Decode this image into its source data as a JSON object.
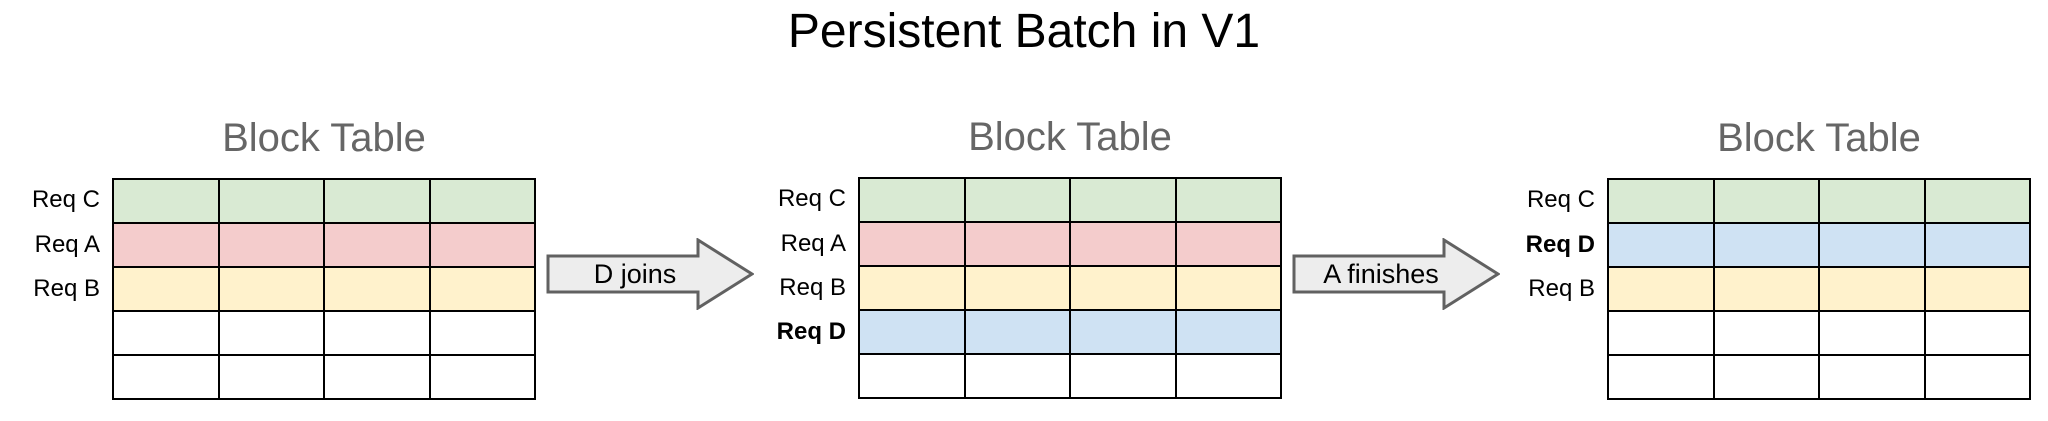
{
  "title": "Persistent Batch in V1",
  "panels": [
    {
      "heading": "Block Table",
      "columns": 4,
      "rows": [
        {
          "label": "Req C",
          "bold": false,
          "color": "green"
        },
        {
          "label": "Req A",
          "bold": false,
          "color": "red"
        },
        {
          "label": "Req B",
          "bold": false,
          "color": "yellow"
        },
        {
          "label": "",
          "bold": false,
          "color": "white"
        },
        {
          "label": "",
          "bold": false,
          "color": "white"
        }
      ]
    },
    {
      "heading": "Block Table",
      "columns": 4,
      "rows": [
        {
          "label": "Req C",
          "bold": false,
          "color": "green"
        },
        {
          "label": "Req A",
          "bold": false,
          "color": "red"
        },
        {
          "label": "Req B",
          "bold": false,
          "color": "yellow"
        },
        {
          "label": "Req D",
          "bold": true,
          "color": "blue"
        },
        {
          "label": "",
          "bold": false,
          "color": "white"
        }
      ]
    },
    {
      "heading": "Block Table",
      "columns": 4,
      "rows": [
        {
          "label": "Req C",
          "bold": false,
          "color": "green"
        },
        {
          "label": "Req D",
          "bold": true,
          "color": "blue"
        },
        {
          "label": "Req B",
          "bold": false,
          "color": "yellow"
        },
        {
          "label": "",
          "bold": false,
          "color": "white"
        },
        {
          "label": "",
          "bold": false,
          "color": "white"
        }
      ]
    }
  ],
  "arrows": [
    {
      "label": "D joins"
    },
    {
      "label": "A finishes"
    }
  ],
  "colors": {
    "green": "#d9ead3",
    "red": "#f4cccc",
    "yellow": "#fff2cc",
    "blue": "#cfe2f3",
    "white": "#ffffff",
    "grid_line": "#000000",
    "arrow_fill": "#ededed",
    "arrow_border": "#616161",
    "heading_text": "#666666",
    "title_text": "#000000"
  }
}
